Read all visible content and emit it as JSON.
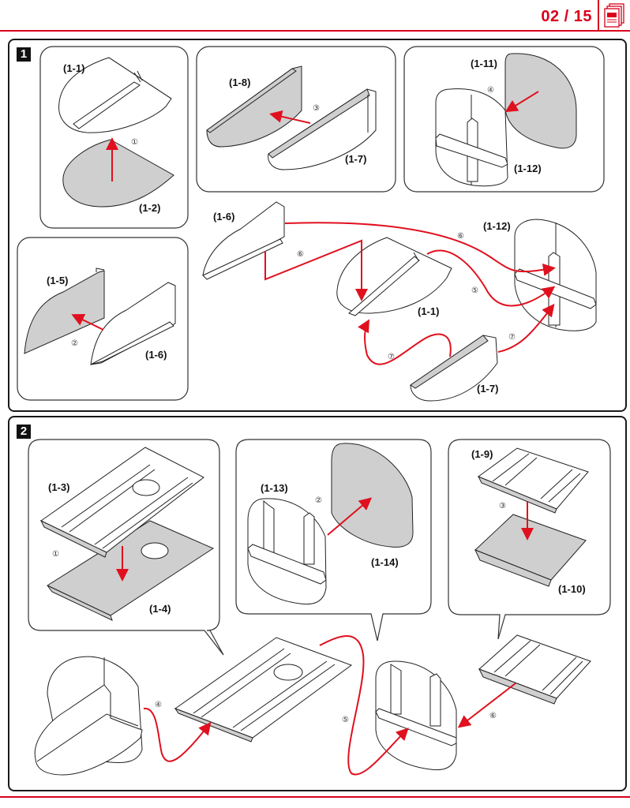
{
  "header": {
    "page_indicator": "02 / 15",
    "icon": "document-pages-icon",
    "accent_color": "#d9001b"
  },
  "sections": [
    {
      "number": "1",
      "panels": [
        {
          "labels": [
            "(1-1)",
            "(1-2)"
          ],
          "step": "①"
        },
        {
          "labels": [
            "(1-8)",
            "(1-7)"
          ],
          "step": "③"
        },
        {
          "labels": [
            "(1-11)",
            "(1-12)"
          ],
          "step": "④"
        },
        {
          "labels": [
            "(1-5)",
            "(1-6)"
          ],
          "step": "②"
        }
      ],
      "assembly": {
        "labels": [
          "(1-6)",
          "(1-1)",
          "(1-12)",
          "(1-7)"
        ],
        "steps": [
          "⑥",
          "⑥",
          "⑤",
          "⑦",
          "⑦"
        ]
      }
    },
    {
      "number": "2",
      "panels": [
        {
          "labels": [
            "(1-3)",
            "(1-4)"
          ],
          "step": "①"
        },
        {
          "labels": [
            "(1-13)",
            "(1-14)"
          ],
          "step": "②"
        },
        {
          "labels": [
            "(1-9)",
            "(1-10)"
          ],
          "step": "③"
        }
      ],
      "assembly": {
        "steps": [
          "④",
          "⑤",
          "⑥"
        ]
      }
    }
  ],
  "colors": {
    "arrow": "#e0101e",
    "part_fill": "#cfcfcf",
    "outline": "#222222"
  }
}
